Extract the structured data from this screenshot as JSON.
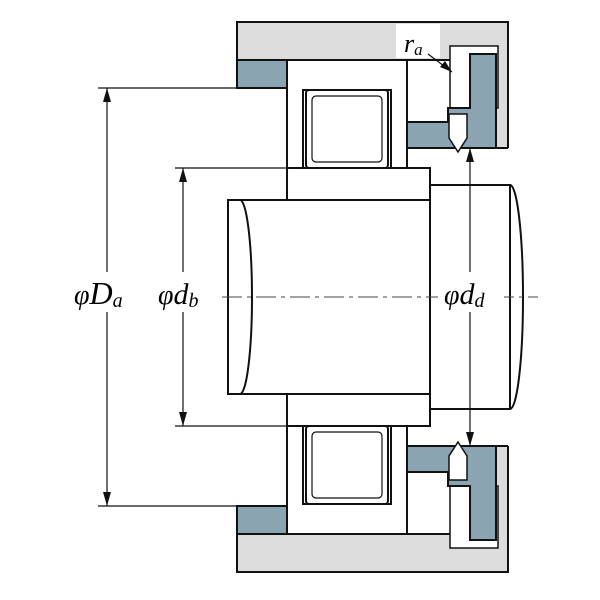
{
  "diagram": {
    "labels": {
      "Da": {
        "phi": "φ",
        "main": "D",
        "sub": "a"
      },
      "db": {
        "phi": "φ",
        "main": "d",
        "sub": "b"
      },
      "dd": {
        "phi": "φ",
        "main": "d",
        "sub": "d"
      },
      "ra": {
        "main": "r",
        "sub": "a"
      }
    },
    "colors": {
      "housing_fill": "#dcdcdc",
      "steel_fill": "#8ba4b1",
      "outline": "#111111",
      "centerline": "#444444",
      "background": "#ffffff"
    }
  }
}
